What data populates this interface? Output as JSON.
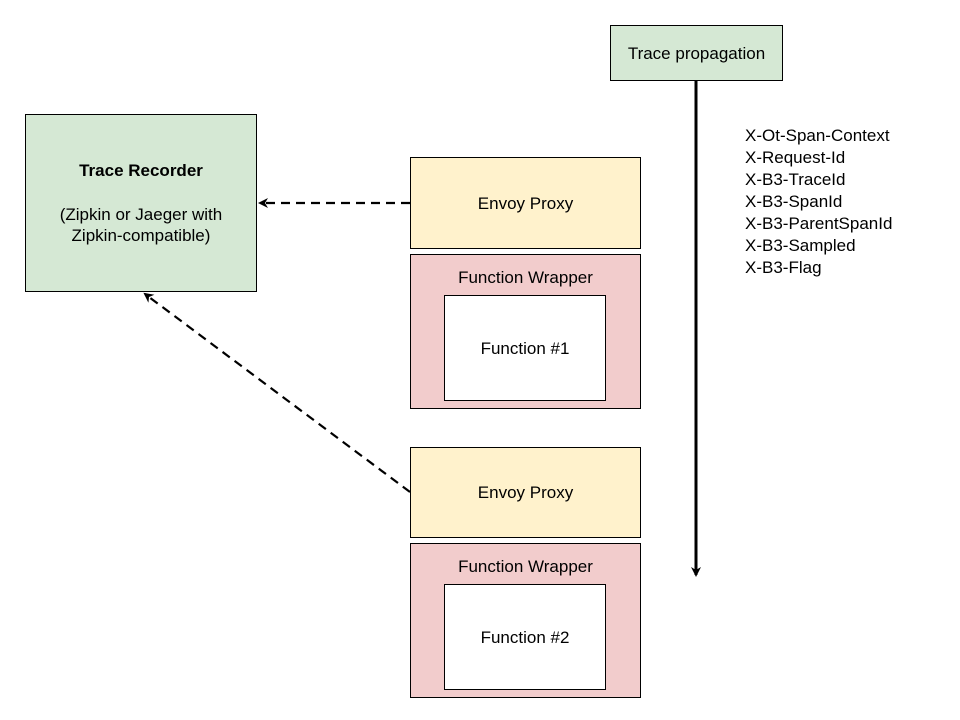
{
  "trace_recorder": {
    "title": "Trace Recorder",
    "subtitle_line1": "(Zipkin or Jaeger with",
    "subtitle_line2": "Zipkin-compatible)"
  },
  "stack1": {
    "proxy_label": "Envoy Proxy",
    "wrapper_label": "Function Wrapper",
    "function_label": "Function #1"
  },
  "stack2": {
    "proxy_label": "Envoy Proxy",
    "wrapper_label": "Function Wrapper",
    "function_label": "Function #2"
  },
  "trace_propagation": {
    "label": "Trace propagation",
    "headers": [
      "X-Ot-Span-Context",
      "X-Request-Id",
      "X-B3-TraceId",
      "X-B3-SpanId",
      "X-B3-ParentSpanId",
      "X-B3-Sampled",
      "X-B3-Flag"
    ]
  },
  "colors": {
    "green_fill": "#d5e8d4",
    "yellow_fill": "#fff2cc",
    "red_fill": "#f2cccc",
    "stroke": "#000000"
  }
}
